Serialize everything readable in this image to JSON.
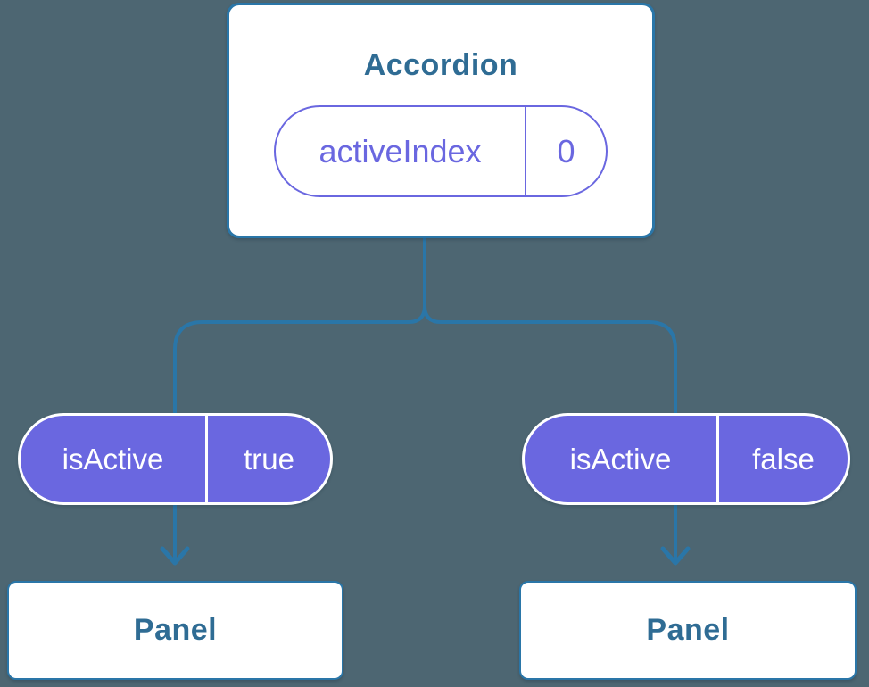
{
  "colors": {
    "background": "#4d6672",
    "line": "#2a76a8",
    "label_text": "#2f6c94",
    "accent_purple": "#6a67e0",
    "pill_text": "#ffffff",
    "card_bg": "#ffffff"
  },
  "tree": {
    "root": {
      "title": "Accordion",
      "state_pill": {
        "name": "activeIndex",
        "value": "0"
      }
    },
    "children": [
      {
        "prop_pill": {
          "name": "isActive",
          "value": "true"
        },
        "node": {
          "title": "Panel"
        }
      },
      {
        "prop_pill": {
          "name": "isActive",
          "value": "false"
        },
        "node": {
          "title": "Panel"
        }
      }
    ]
  }
}
